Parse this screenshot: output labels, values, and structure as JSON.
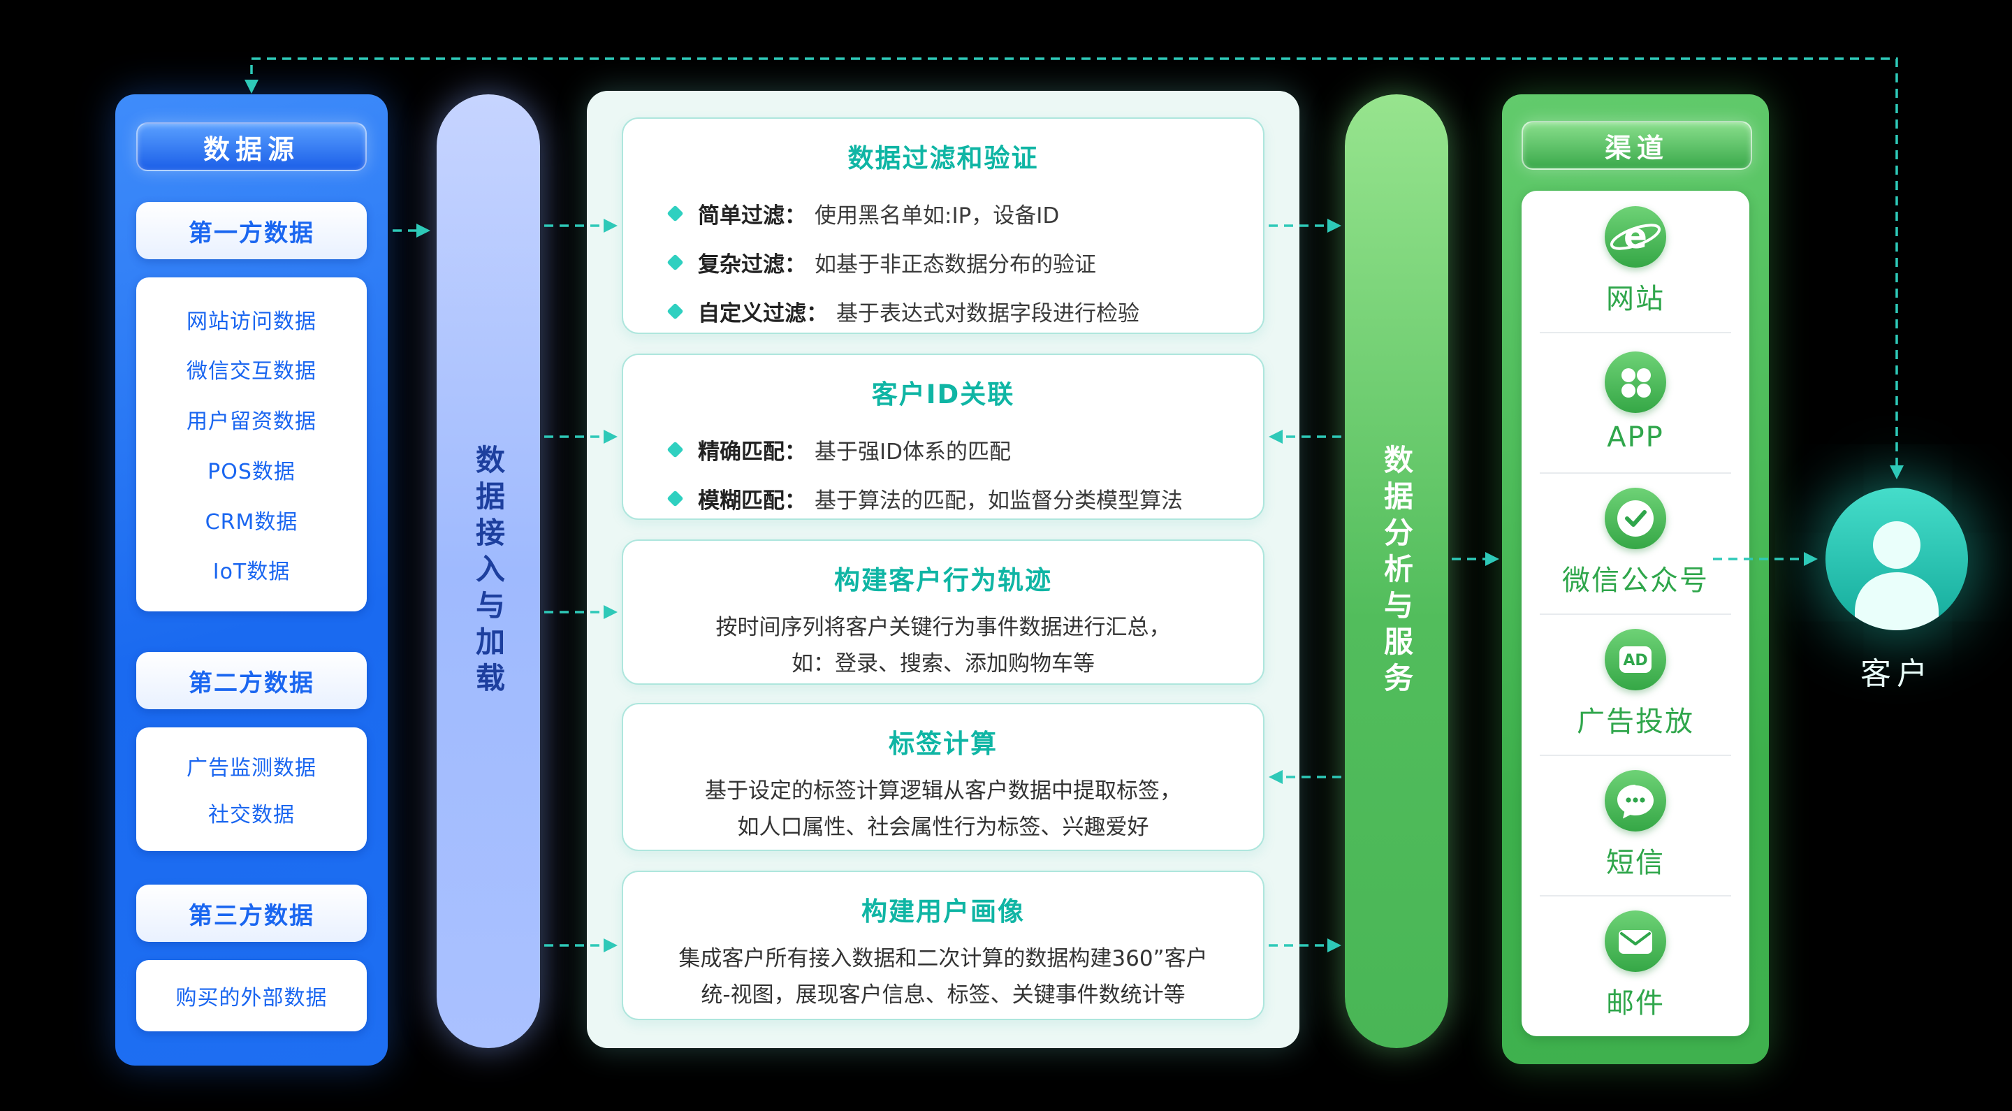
{
  "colors": {
    "accent_teal": "#2ec9b8",
    "blue": "#1a66f0",
    "green": "#3cb24a"
  },
  "data_sources": {
    "title": "数据源",
    "groups": [
      {
        "label": "第一方数据",
        "items": [
          "网站访问数据",
          "微信交互数据",
          "用户留资数据",
          "POS数据",
          "CRM数据",
          "IoT数据"
        ]
      },
      {
        "label": "第二方数据",
        "items": [
          "广告监测数据",
          "社交数据"
        ]
      },
      {
        "label": "第三方数据",
        "items": [
          "购买的外部数据"
        ]
      }
    ]
  },
  "ingest_bar": {
    "label": "数据接入与加载"
  },
  "pipeline": {
    "boxes": [
      {
        "title": "数据过滤和验证",
        "bullets": [
          {
            "label": "简单过滤：",
            "text": "使用黑名单如:IP，设备ID"
          },
          {
            "label": "复杂过滤：",
            "text": "如基于非正态数据分布的验证"
          },
          {
            "label": "自定义过滤：",
            "text": "基于表达式对数据字段进行检验"
          }
        ]
      },
      {
        "title": "客户ID关联",
        "bullets": [
          {
            "label": "精确匹配：",
            "text": "基于强ID体系的匹配"
          },
          {
            "label": "模糊匹配：",
            "text": "基于算法的匹配，如监督分类模型算法"
          }
        ]
      },
      {
        "title": "构建客户行为轨迹",
        "lines": [
          "按时间序列将客户关键行为事件数据进行汇总，",
          "如：登录、搜索、添加购物车等"
        ]
      },
      {
        "title": "标签计算",
        "lines": [
          "基于设定的标签计算逻辑从客户数据中提取标签，",
          "如人口属性、社会属性行为标签、兴趣爱好"
        ]
      },
      {
        "title": "构建用户画像",
        "lines": [
          "集成客户所有接入数据和二次计算的数据构建360”客户",
          "统-视图，展现客户信息、标签、关键事件数统计等"
        ]
      }
    ]
  },
  "analysis_bar": {
    "label": "数据分析与服务"
  },
  "channels": {
    "title": "渠道",
    "items": [
      {
        "label": "网站",
        "icon": "browser-icon"
      },
      {
        "label": "APP",
        "icon": "app-grid-icon"
      },
      {
        "label": "微信公众号",
        "icon": "wechat-official-account-icon"
      },
      {
        "label": "广告投放",
        "icon": "ad-icon"
      },
      {
        "label": "短信",
        "icon": "sms-icon"
      },
      {
        "label": "邮件",
        "icon": "email-icon"
      }
    ]
  },
  "customer": {
    "label": "客户"
  }
}
